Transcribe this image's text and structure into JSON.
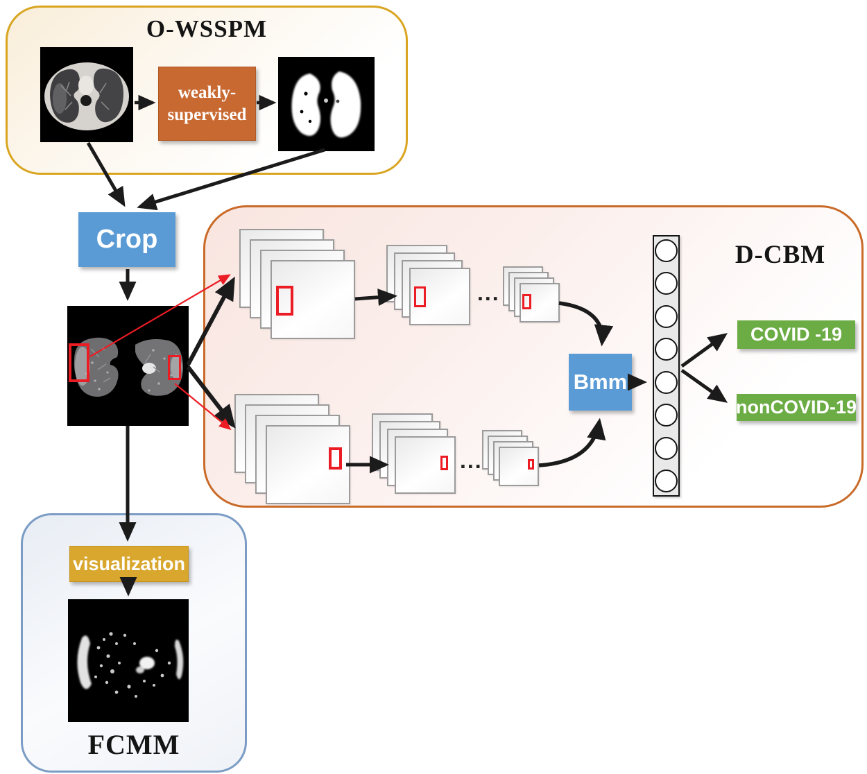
{
  "figure": {
    "modules": {
      "owsspm": {
        "title": "O-WSSPM",
        "process_box": {
          "line1": "weakly-",
          "line2": "supervised"
        },
        "input_image": "chest-ct-scan",
        "output_image": "lung-segmentation-mask",
        "border_color": "#D9A521",
        "process_color": "#C86932"
      },
      "dcbm": {
        "title": "D-CBM",
        "ellipsis": "...",
        "bmm_label": "Bmm",
        "fc_layer": {
          "circle_count": 8
        },
        "outputs": [
          {
            "label": "COVID -19"
          },
          {
            "label": "nonCOVID-19"
          }
        ],
        "output_color": "#6CAC44",
        "border_color": "#C96A28",
        "roi_color": "#EC1C24",
        "accent_color": "#5B9BD5"
      },
      "fcmm": {
        "title": "FCMM",
        "process_label": "visualization",
        "process_color": "#D9A62E",
        "border_color": "#7B9CC4",
        "output_image": "lesion-heatmap"
      }
    },
    "crop_label": "Crop",
    "crop_color": "#5B9BD5",
    "intermediate_image": "segmented-lung-ct"
  }
}
